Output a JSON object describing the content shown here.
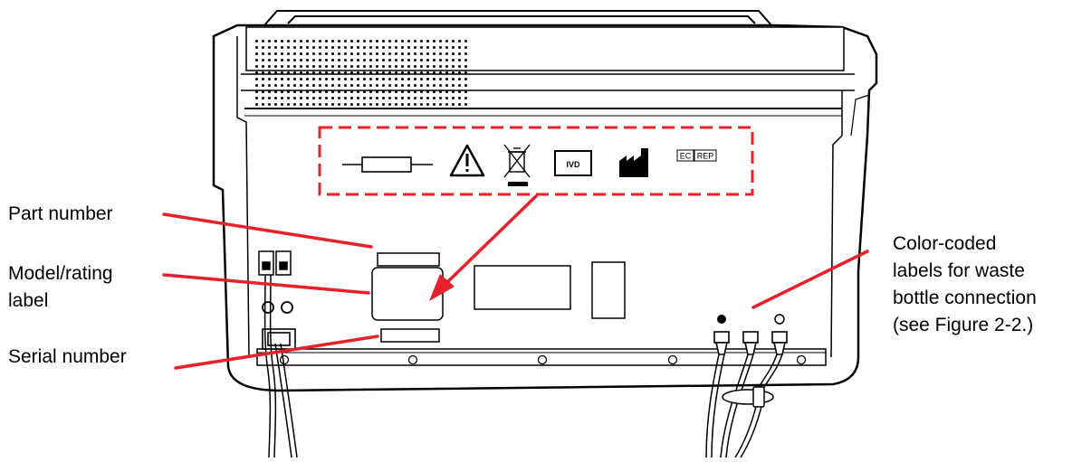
{
  "callouts": {
    "part_number": "Part number",
    "model_rating_line1": "Model/rating",
    "model_rating_line2": "label",
    "serial_number": "Serial number",
    "waste_line1": "Color-coded",
    "waste_line2": "labels for waste",
    "waste_line3": "bottle connection",
    "waste_line4": "(see Figure 2-2.)"
  },
  "symbols": {
    "ivd": "IVD",
    "ec": "EC",
    "rep": "REP"
  },
  "colors": {
    "callout_line": "#e8202a",
    "outline": "#000000",
    "background": "#ffffff"
  },
  "icons": [
    "fuse-icon",
    "warning-triangle-icon",
    "weee-crossed-bin-icon",
    "ivd-box-icon",
    "manufacturer-factory-icon",
    "ec-rep-icon"
  ]
}
